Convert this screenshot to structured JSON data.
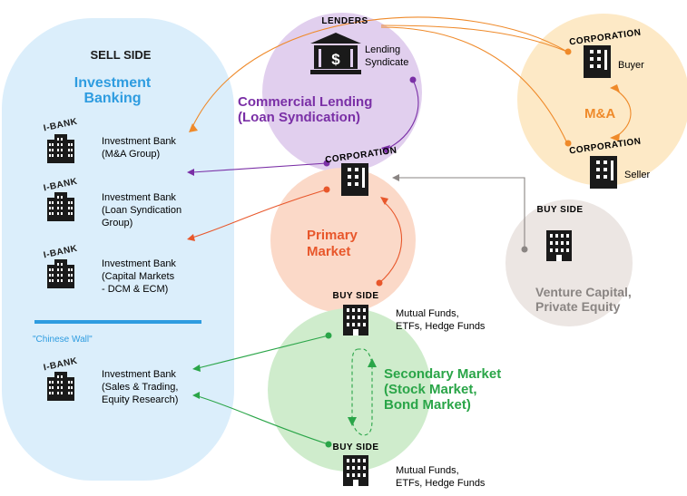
{
  "sell_side": {
    "header": "SELL SIDE",
    "title_line1": "Investment",
    "title_line2": "Banking",
    "banks": [
      {
        "tag": "I-BANK",
        "lines": [
          "Investment Bank",
          "(M&A Group)"
        ]
      },
      {
        "tag": "I-BANK",
        "lines": [
          "Investment Bank",
          "(Loan Syndication",
          "Group)"
        ]
      },
      {
        "tag": "I-BANK",
        "lines": [
          "Investment Bank",
          "(Capital Markets",
          "- DCM & ECM)"
        ]
      }
    ],
    "chinese_wall": "\"Chinese Wall\"",
    "research_bank": {
      "tag": "I-BANK",
      "lines": [
        "Investment Bank",
        "(Sales & Trading,",
        "Equity Research)"
      ]
    }
  },
  "lending": {
    "tag": "LENDERS",
    "label_line1": "Lending",
    "label_line2": "Syndicate",
    "title_line1": "Commercial Lending",
    "title_line2": "(Loan Syndication)"
  },
  "corporation": {
    "tag": "CORPORATION"
  },
  "primary": {
    "title_line1": "Primary",
    "title_line2": "Market"
  },
  "ma": {
    "title": "M&A",
    "buyer_tag": "CORPORATION",
    "buyer_label": "Buyer",
    "seller_tag": "CORPORATION",
    "seller_label": "Seller"
  },
  "vc": {
    "tag": "BUY SIDE",
    "title_line1": "Venture Capital,",
    "title_line2": "Private Equity"
  },
  "buy_top": {
    "tag": "BUY SIDE",
    "lines": [
      "Mutual Funds,",
      "ETFs, Hedge Funds"
    ]
  },
  "secondary": {
    "title_line1": "Secondary Market",
    "title_line2": "(Stock Market,",
    "title_line3": "Bond Market)"
  },
  "buy_bottom": {
    "tag": "BUY SIDE",
    "lines": [
      "Mutual Funds,",
      "ETFs, Hedge Funds"
    ]
  },
  "colors": {
    "sell_bg": "#dbeefb",
    "sell_accent": "#2e9ce0",
    "lending_bg": "#e1cfee",
    "lending_accent": "#7a2fa6",
    "primary_bg": "#fbd9c8",
    "primary_accent": "#e8572b",
    "ma_bg": "#fde9c6",
    "ma_accent": "#ef8a2a",
    "vc_bg": "#ece6e3",
    "vc_text": "#8a8583",
    "secondary_bg": "#cfeccc",
    "secondary_accent": "#2aa548",
    "icon": "#1a1a1a"
  },
  "icons": [
    "building-icon",
    "bank-dollar-icon"
  ]
}
